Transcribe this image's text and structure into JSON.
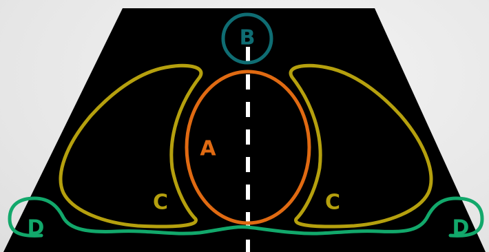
{
  "diagram": {
    "labels": {
      "a": "A",
      "b": "B",
      "c_left": "C",
      "c_right": "C",
      "d_left": "D",
      "d_right": "D"
    },
    "colors": {
      "background": "#e8e8e8",
      "field": "#000000",
      "midline": "#ffffff",
      "a": "#e06a12",
      "b": "#0f6d73",
      "c": "#b5a00e",
      "d": "#12a86b"
    }
  }
}
